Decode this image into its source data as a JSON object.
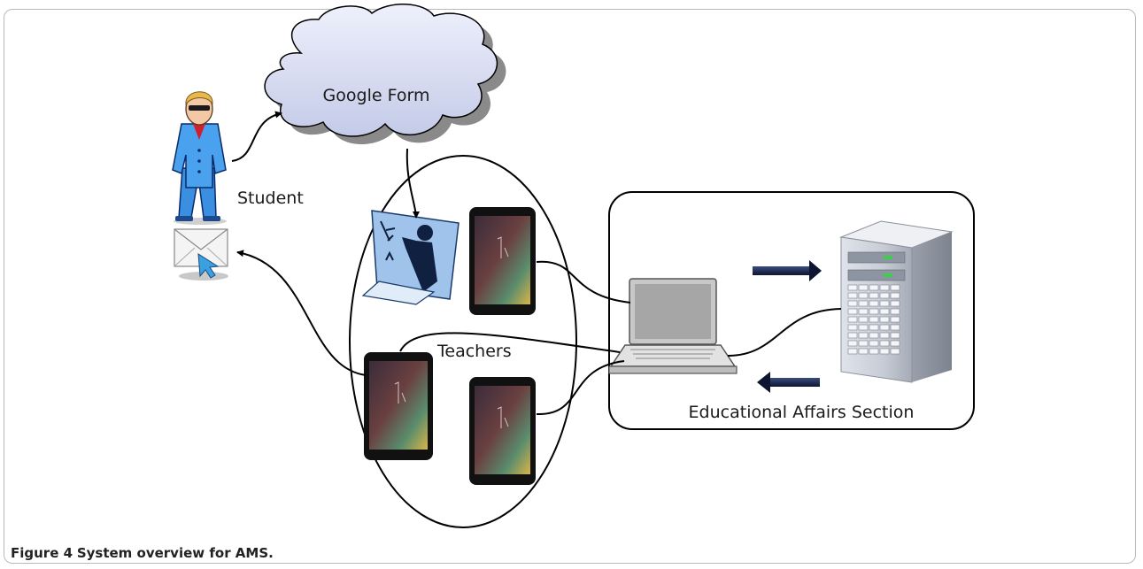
{
  "labels": {
    "google_form": "Google Form",
    "student": "Student",
    "teachers": "Teachers",
    "section": "Educational Affairs Section"
  },
  "caption": {
    "figure_label": "Figure 4",
    "text": "System overview for AMS."
  }
}
